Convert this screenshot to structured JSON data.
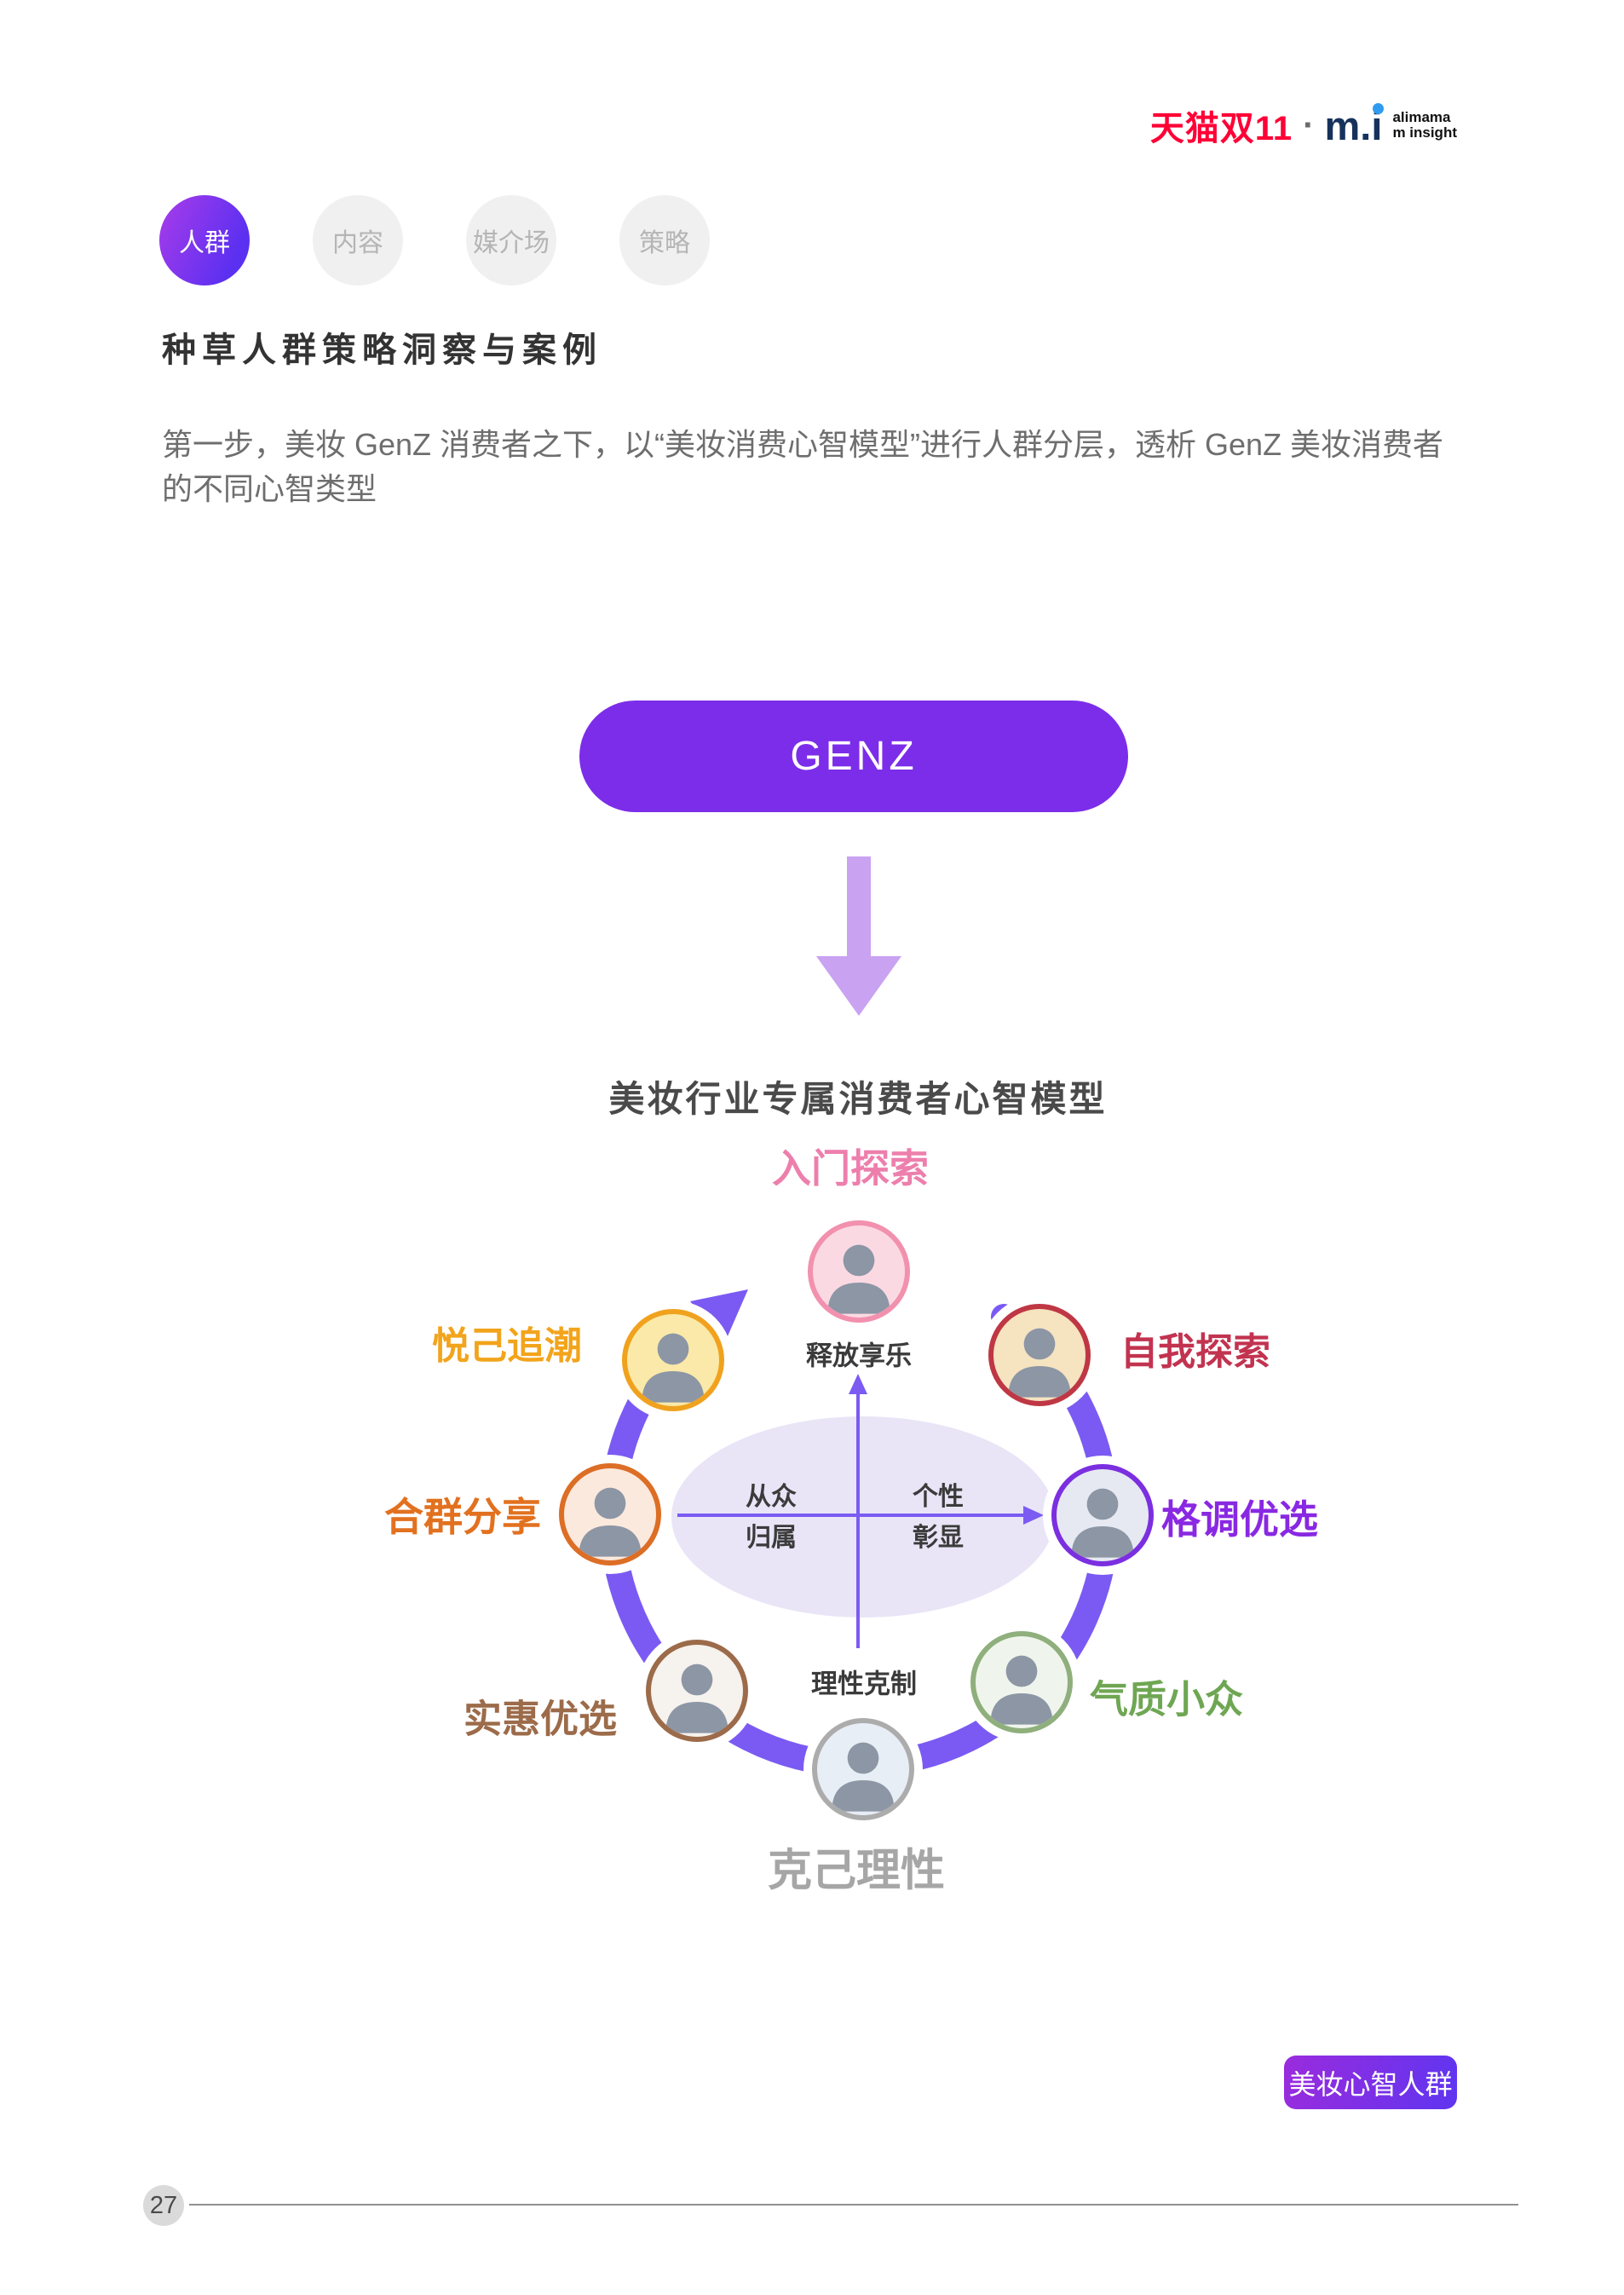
{
  "header": {
    "logo": {
      "tmall": "天猫双11",
      "dot": "·",
      "mi": "m.i",
      "alimama_line1": "alimama",
      "alimama_line2": "m insight",
      "tmall_color": "#FF0036",
      "mi_color": "#16325C",
      "mi_dot_color": "#2E9BF0"
    },
    "tabs": [
      {
        "label": "人群",
        "active": true
      },
      {
        "label": "内容",
        "active": false
      },
      {
        "label": "媒介场",
        "active": false
      },
      {
        "label": "策略",
        "active": false
      }
    ],
    "active_tab_gradient": [
      "#A43BEA",
      "#5B30F1"
    ]
  },
  "content": {
    "heading": "种草人群策略洞察与案例",
    "body_text": "第一步，美妆 GenZ 消费者之下，以“美妆消费心智模型”进行人群分层，透析 GenZ 美妆消费者的不同心智类型",
    "genz_button": {
      "label": "GENZ",
      "color": "#7C2DE9"
    },
    "down_arrow_color": "#C9A2F2",
    "diagram_title": "美妆行业专属消费者心智模型"
  },
  "diagram": {
    "ring_color": "#7A5AF3",
    "ellipse_color": "#E9E5F7",
    "axis_color": "#7B5BF2",
    "axis_labels": {
      "top": "释放享乐",
      "bottom": "理性克制",
      "left_line1": "从众",
      "left_line2": "归属",
      "right_line1": "个性",
      "right_line2": "彰显"
    },
    "segments": [
      {
        "id": "top",
        "label": "入门探索",
        "label_color": "#ED7FAD",
        "border_color": "#F291AE",
        "avatar_bg": "#FBD9E3"
      },
      {
        "id": "top-right",
        "label": "自我探索",
        "label_color": "#C23350",
        "border_color": "#BF3744",
        "avatar_bg": "#F6E3C0"
      },
      {
        "id": "right",
        "label": "格调优选",
        "label_color": "#8928E2",
        "border_color": "#7B2FE0",
        "avatar_bg": "#E6E9F1"
      },
      {
        "id": "bottom-right",
        "label": "气质小众",
        "label_color": "#6FA653",
        "border_color": "#8FAF7C",
        "avatar_bg": "#EFF5EC"
      },
      {
        "id": "bottom",
        "label": "克己理性",
        "label_color": "#A6A6A6",
        "border_color": "#ACACAC",
        "avatar_bg": "#E8EEF6"
      },
      {
        "id": "bottom-left",
        "label": "实惠优选",
        "label_color": "#9C6B4A",
        "border_color": "#9C6B4A",
        "avatar_bg": "#F6F2ED"
      },
      {
        "id": "left",
        "label": "合群分享",
        "label_color": "#E2711F",
        "border_color": "#DC6E26",
        "avatar_bg": "#FBE9DD"
      },
      {
        "id": "top-left",
        "label": "悦己追潮",
        "label_color": "#F2A41C",
        "border_color": "#F0A21E",
        "avatar_bg": "#FAE9A8"
      }
    ]
  },
  "footer": {
    "badge": {
      "label": "美妆心智人群",
      "gradient": [
        "#9A2BDD",
        "#5F35F0"
      ]
    },
    "page_number": "27"
  }
}
